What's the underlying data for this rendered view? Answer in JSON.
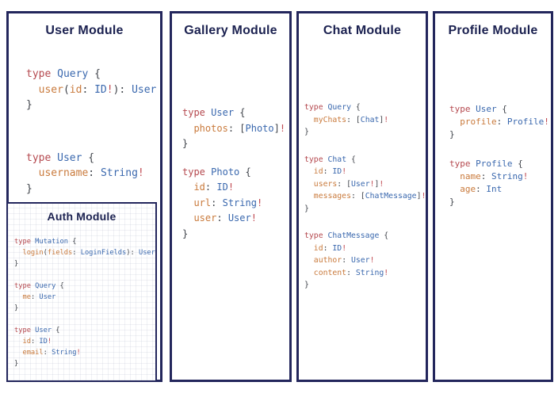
{
  "colors": {
    "border": "#23265c",
    "title": "#1b2150",
    "syntax": {
      "keyword": "#b5494f",
      "type_name": "#3a68ae",
      "field_name": "#c97a3c",
      "punctuation": "#3f434a",
      "bang": "#c04a52"
    }
  },
  "panels": [
    {
      "id": "user",
      "title": "User Module",
      "blocks": [
        [
          [
            [
              "k",
              "type"
            ],
            [
              "p",
              " "
            ],
            [
              "t",
              "Query"
            ],
            [
              "p",
              " {"
            ]
          ],
          [
            [
              "p",
              "  "
            ],
            [
              "f",
              "user"
            ],
            [
              "p",
              "("
            ],
            [
              "f",
              "id"
            ],
            [
              "p",
              ": "
            ],
            [
              "t",
              "ID"
            ],
            [
              "e",
              "!"
            ],
            [
              "p",
              "): "
            ],
            [
              "t",
              "User"
            ]
          ],
          [
            [
              "p",
              "}"
            ]
          ]
        ],
        [
          [
            [
              "k",
              "type"
            ],
            [
              "p",
              " "
            ],
            [
              "t",
              "User"
            ],
            [
              "p",
              " {"
            ]
          ],
          [
            [
              "p",
              "  "
            ],
            [
              "f",
              "username"
            ],
            [
              "p",
              ": "
            ],
            [
              "t",
              "String"
            ],
            [
              "e",
              "!"
            ]
          ],
          [
            [
              "p",
              "}"
            ]
          ]
        ]
      ]
    },
    {
      "id": "gallery",
      "title": "Gallery Module",
      "blocks": [
        [
          [
            [
              "k",
              "type"
            ],
            [
              "p",
              " "
            ],
            [
              "t",
              "User"
            ],
            [
              "p",
              " {"
            ]
          ],
          [
            [
              "p",
              "  "
            ],
            [
              "f",
              "photos"
            ],
            [
              "p",
              ": ["
            ],
            [
              "t",
              "Photo"
            ],
            [
              "p",
              "]"
            ],
            [
              "e",
              "!"
            ]
          ],
          [
            [
              "p",
              "}"
            ]
          ]
        ],
        [
          [
            [
              "k",
              "type"
            ],
            [
              "p",
              " "
            ],
            [
              "t",
              "Photo"
            ],
            [
              "p",
              " {"
            ]
          ],
          [
            [
              "p",
              "  "
            ],
            [
              "f",
              "id"
            ],
            [
              "p",
              ": "
            ],
            [
              "t",
              "ID"
            ],
            [
              "e",
              "!"
            ]
          ],
          [
            [
              "p",
              "  "
            ],
            [
              "f",
              "url"
            ],
            [
              "p",
              ": "
            ],
            [
              "t",
              "String"
            ],
            [
              "e",
              "!"
            ]
          ],
          [
            [
              "p",
              "  "
            ],
            [
              "f",
              "user"
            ],
            [
              "p",
              ": "
            ],
            [
              "t",
              "User"
            ],
            [
              "e",
              "!"
            ]
          ],
          [
            [
              "p",
              "}"
            ]
          ]
        ]
      ]
    },
    {
      "id": "chat",
      "title": "Chat Module",
      "blocks": [
        [
          [
            [
              "k",
              "type"
            ],
            [
              "p",
              " "
            ],
            [
              "t",
              "Query"
            ],
            [
              "p",
              " {"
            ]
          ],
          [
            [
              "p",
              "  "
            ],
            [
              "f",
              "myChats"
            ],
            [
              "p",
              ": ["
            ],
            [
              "t",
              "Chat"
            ],
            [
              "p",
              "]"
            ],
            [
              "e",
              "!"
            ]
          ],
          [
            [
              "p",
              "}"
            ]
          ]
        ],
        [
          [
            [
              "k",
              "type"
            ],
            [
              "p",
              " "
            ],
            [
              "t",
              "Chat"
            ],
            [
              "p",
              " {"
            ]
          ],
          [
            [
              "p",
              "  "
            ],
            [
              "f",
              "id"
            ],
            [
              "p",
              ": "
            ],
            [
              "t",
              "ID"
            ],
            [
              "e",
              "!"
            ]
          ],
          [
            [
              "p",
              "  "
            ],
            [
              "f",
              "users"
            ],
            [
              "p",
              ": ["
            ],
            [
              "t",
              "User"
            ],
            [
              "e",
              "!"
            ],
            [
              "p",
              "]"
            ],
            [
              "e",
              "!"
            ]
          ],
          [
            [
              "p",
              "  "
            ],
            [
              "f",
              "messages"
            ],
            [
              "p",
              ": ["
            ],
            [
              "t",
              "ChatMessage"
            ],
            [
              "p",
              "]"
            ],
            [
              "e",
              "!"
            ]
          ],
          [
            [
              "p",
              "}"
            ]
          ]
        ],
        [
          [
            [
              "k",
              "type"
            ],
            [
              "p",
              " "
            ],
            [
              "t",
              "ChatMessage"
            ],
            [
              "p",
              " {"
            ]
          ],
          [
            [
              "p",
              "  "
            ],
            [
              "f",
              "id"
            ],
            [
              "p",
              ": "
            ],
            [
              "t",
              "ID"
            ],
            [
              "e",
              "!"
            ]
          ],
          [
            [
              "p",
              "  "
            ],
            [
              "f",
              "author"
            ],
            [
              "p",
              ": "
            ],
            [
              "t",
              "User"
            ],
            [
              "e",
              "!"
            ]
          ],
          [
            [
              "p",
              "  "
            ],
            [
              "f",
              "content"
            ],
            [
              "p",
              ": "
            ],
            [
              "t",
              "String"
            ],
            [
              "e",
              "!"
            ]
          ],
          [
            [
              "p",
              "}"
            ]
          ]
        ]
      ]
    },
    {
      "id": "profile",
      "title": "Profile Module",
      "blocks": [
        [
          [
            [
              "k",
              "type"
            ],
            [
              "p",
              " "
            ],
            [
              "t",
              "User"
            ],
            [
              "p",
              " {"
            ]
          ],
          [
            [
              "p",
              "  "
            ],
            [
              "f",
              "profile"
            ],
            [
              "p",
              ": "
            ],
            [
              "t",
              "Profile"
            ],
            [
              "e",
              "!"
            ]
          ],
          [
            [
              "p",
              "}"
            ]
          ]
        ],
        [
          [
            [
              "k",
              "type"
            ],
            [
              "p",
              " "
            ],
            [
              "t",
              "Profile"
            ],
            [
              "p",
              " {"
            ]
          ],
          [
            [
              "p",
              "  "
            ],
            [
              "f",
              "name"
            ],
            [
              "p",
              ": "
            ],
            [
              "t",
              "String"
            ],
            [
              "e",
              "!"
            ]
          ],
          [
            [
              "p",
              "  "
            ],
            [
              "f",
              "age"
            ],
            [
              "p",
              ": "
            ],
            [
              "t",
              "Int"
            ]
          ],
          [
            [
              "p",
              "}"
            ]
          ]
        ]
      ]
    }
  ],
  "auth": {
    "title": "Auth Module",
    "blocks": [
      [
        [
          [
            "k",
            "type"
          ],
          [
            "p",
            " "
          ],
          [
            "t",
            "Mutation"
          ],
          [
            "p",
            " {"
          ]
        ],
        [
          [
            "p",
            "  "
          ],
          [
            "f",
            "login"
          ],
          [
            "p",
            "("
          ],
          [
            "f",
            "fields"
          ],
          [
            "p",
            ": "
          ],
          [
            "t",
            "LoginFields"
          ],
          [
            "p",
            "): "
          ],
          [
            "t",
            "User"
          ]
        ],
        [
          [
            "p",
            "}"
          ]
        ]
      ],
      [
        [
          [
            "k",
            "type"
          ],
          [
            "p",
            " "
          ],
          [
            "t",
            "Query"
          ],
          [
            "p",
            " {"
          ]
        ],
        [
          [
            "p",
            "  "
          ],
          [
            "f",
            "me"
          ],
          [
            "p",
            ": "
          ],
          [
            "t",
            "User"
          ]
        ],
        [
          [
            "p",
            "}"
          ]
        ]
      ],
      [
        [
          [
            "k",
            "type"
          ],
          [
            "p",
            " "
          ],
          [
            "t",
            "User"
          ],
          [
            "p",
            " {"
          ]
        ],
        [
          [
            "p",
            "  "
          ],
          [
            "f",
            "id"
          ],
          [
            "p",
            ": "
          ],
          [
            "t",
            "ID"
          ],
          [
            "e",
            "!"
          ]
        ],
        [
          [
            "p",
            "  "
          ],
          [
            "f",
            "email"
          ],
          [
            "p",
            ": "
          ],
          [
            "t",
            "String"
          ],
          [
            "e",
            "!"
          ]
        ],
        [
          [
            "p",
            "}"
          ]
        ]
      ]
    ]
  }
}
